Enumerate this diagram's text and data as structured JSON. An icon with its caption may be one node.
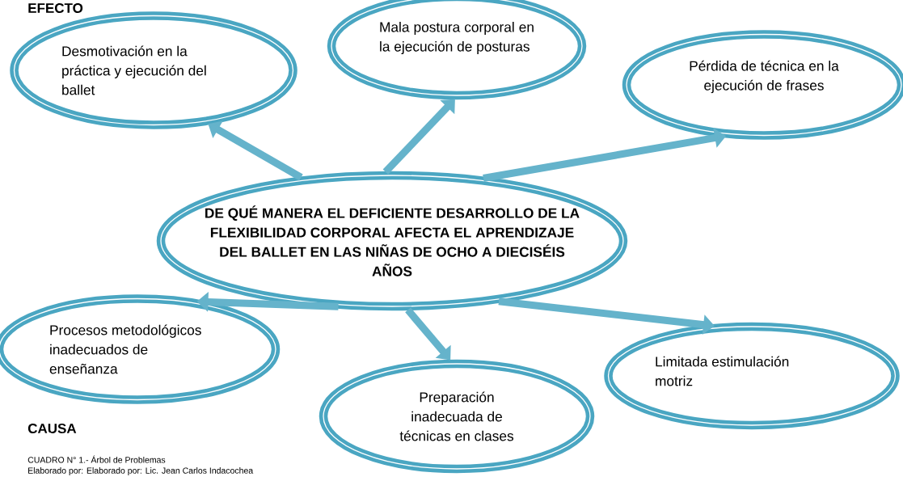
{
  "diagram": {
    "nodes": [
      {
        "text": [
          "Desmotivación en la práctica y ejecución del ballet"
        ]
      },
      {
        "text": [
          "Mala postura corporal en la ejecución de posturas"
        ]
      },
      {
        "text": [
          "Pérdida de técnica en la ejecución de frases"
        ]
      },
      {
        "text": [
          "DE QUÉ MANERA EL DEFICIENTE DESARROLLO DE LA FLEXIBILIDAD CORPORAL AFECTA EL APRENDIZAJE DEL BALLET EN LAS NIÑAS DE OCHO A DIECISÉIS AÑOS"
        ]
      },
      {
        "text": [
          "Procesos metodológicos inadecuados de enseñanza"
        ]
      },
      {
        "text": [
          "Preparación inadecuada de técnicas en clases"
        ]
      },
      {
        "text": [
          "Limitada estimulación motriz"
        ]
      }
    ],
    "edges": [
      {
        "from": 3,
        "to": 0,
        "arrow": "to"
      },
      {
        "from": 3,
        "to": 1,
        "arrow": "to"
      },
      {
        "from": 3,
        "to": 2,
        "arrow": "to"
      },
      {
        "from": 3,
        "to": 4,
        "arrow": "to"
      },
      {
        "from": 3,
        "to": 5,
        "arrow": "to"
      },
      {
        "from": 3,
        "to": 6,
        "arrow": "to"
      }
    ],
    "labels": [
      "EFECTO",
      "CAUSA",
      "CUADRO N° 1.- Árbol de Problemas",
      "Elaborado por: Elaborado por: Lic. Jean Carlos  Indacochea"
    ]
  }
}
